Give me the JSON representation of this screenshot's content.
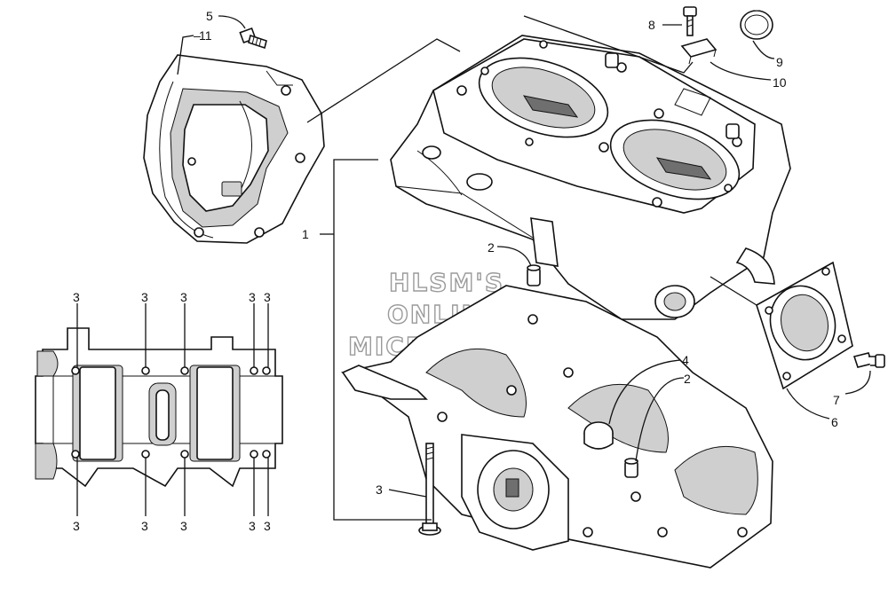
{
  "watermark": {
    "line1": "HLSM'S",
    "line2": "ONLINE",
    "line3": "MICROFICHE"
  },
  "callouts": {
    "c1": "1",
    "c2a": "2",
    "c2b": "2",
    "c3_bolt": "3",
    "c3_t1": "3",
    "c3_t2": "3",
    "c3_t3": "3",
    "c3_t4": "3",
    "c3_t5": "3",
    "c3_b1": "3",
    "c3_b2": "3",
    "c3_b3": "3",
    "c3_b4": "3",
    "c3_b5": "3",
    "c4": "4",
    "c5": "5",
    "c6": "6",
    "c7": "7",
    "c8": "8",
    "c9": "9",
    "c10": "10",
    "c11": "11"
  }
}
